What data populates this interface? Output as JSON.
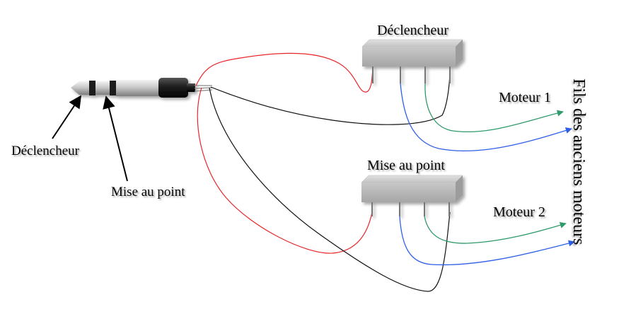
{
  "labels": {
    "switch_top": "Déclencheur",
    "switch_bottom": "Mise au point",
    "motor_1": "Moteur 1",
    "motor_2": "Moteur 2",
    "jack_tip": "Déclencheur",
    "jack_ring": "Mise au point",
    "side_title": "Fils des anciens moteurs"
  },
  "colors": {
    "wire_red": "#e8262a",
    "wire_black": "#111111",
    "wire_green": "#2f9a6a",
    "wire_blue": "#2f5fe8",
    "switch_body": "#bdbdbd"
  }
}
